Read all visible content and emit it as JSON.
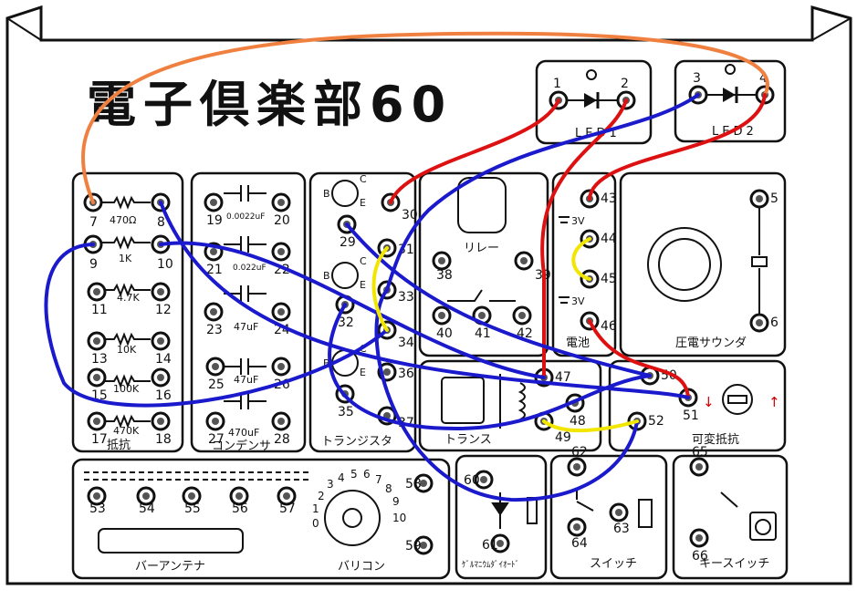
{
  "title": "電子倶楽部60",
  "sections": {
    "led1": "LED1",
    "led2": "LED2",
    "resistors": "抵抗",
    "capacitors": "コンデンサ",
    "transistors": "トランジスタ",
    "relay": "リレー",
    "battery": "電池",
    "buzzer": "圧電サウンダ",
    "transformer": "トランス",
    "variable_resistor": "可変抵抗",
    "bar_antenna": "バーアンテナ",
    "varicon": "バリコン",
    "germanium_diode": "ｹﾞﾙﾏﾆｳﾑﾀﾞｲｵｰﾄﾞ",
    "switch": "スイッチ",
    "key_switch": "キースイッチ"
  },
  "components": {
    "r7_8": "470Ω",
    "r9_10": "1K",
    "r11_12": "4.7K",
    "r13_14": "10K",
    "r15_16": "100K",
    "r17_18": "470K",
    "c19_20": "0.0022uF",
    "c21_22": "0.022uF",
    "c23_24": "47uF",
    "c25_26": "47uF",
    "c27_28": "470uF",
    "bat_top": "3V",
    "bat_bottom": "3V"
  },
  "tr_labels": [
    "B",
    "C",
    "E",
    "B",
    "C",
    "E",
    "B",
    "C",
    "E"
  ],
  "dial_numbers": [
    "0",
    "1",
    "2",
    "3",
    "4",
    "5",
    "6",
    "7",
    "8",
    "9",
    "10"
  ],
  "arrows": {
    "left": "↓",
    "right": "↑"
  },
  "terminal_numbers": [
    "1",
    "2",
    "3",
    "4",
    "5",
    "6",
    "7",
    "8",
    "9",
    "10",
    "11",
    "12",
    "13",
    "14",
    "15",
    "16",
    "17",
    "18",
    "19",
    "20",
    "21",
    "22",
    "23",
    "24",
    "25",
    "26",
    "27",
    "28",
    "29",
    "30",
    "31",
    "32",
    "33",
    "34",
    "35",
    "36",
    "37",
    "38",
    "39",
    "40",
    "41",
    "42",
    "43",
    "44",
    "45",
    "46",
    "47",
    "48",
    "49",
    "50",
    "51",
    "52",
    "53",
    "54",
    "55",
    "56",
    "57",
    "58",
    "59",
    "60",
    "61",
    "62",
    "63",
    "64",
    "65",
    "66"
  ],
  "wire_colors": {
    "red": "#dd1111",
    "blue": "#1a1acc",
    "yellow": "#f2e600",
    "orange": "#f08040"
  },
  "wires": [
    {
      "color": "orange",
      "from": "7",
      "to": "4"
    },
    {
      "color": "red",
      "from": "1",
      "to": "30"
    },
    {
      "color": "red",
      "from": "2",
      "to": "47"
    },
    {
      "color": "red",
      "from": "4",
      "to": "43"
    },
    {
      "color": "red",
      "from": "46",
      "to": "51"
    },
    {
      "color": "blue",
      "from": "3",
      "to": "33"
    },
    {
      "color": "blue",
      "from": "29",
      "to": "50"
    },
    {
      "color": "blue",
      "from": "8",
      "to": "51"
    },
    {
      "color": "blue",
      "from": "9",
      "to": "34"
    },
    {
      "color": "blue",
      "from": "10",
      "to": "47"
    },
    {
      "color": "blue",
      "from": "32",
      "to": "50"
    },
    {
      "color": "blue",
      "from": "33",
      "to": "52"
    },
    {
      "color": "yellow",
      "from": "31",
      "to": "34"
    },
    {
      "color": "yellow",
      "from": "44",
      "to": "45"
    },
    {
      "color": "yellow",
      "from": "48",
      "to": "52"
    }
  ]
}
